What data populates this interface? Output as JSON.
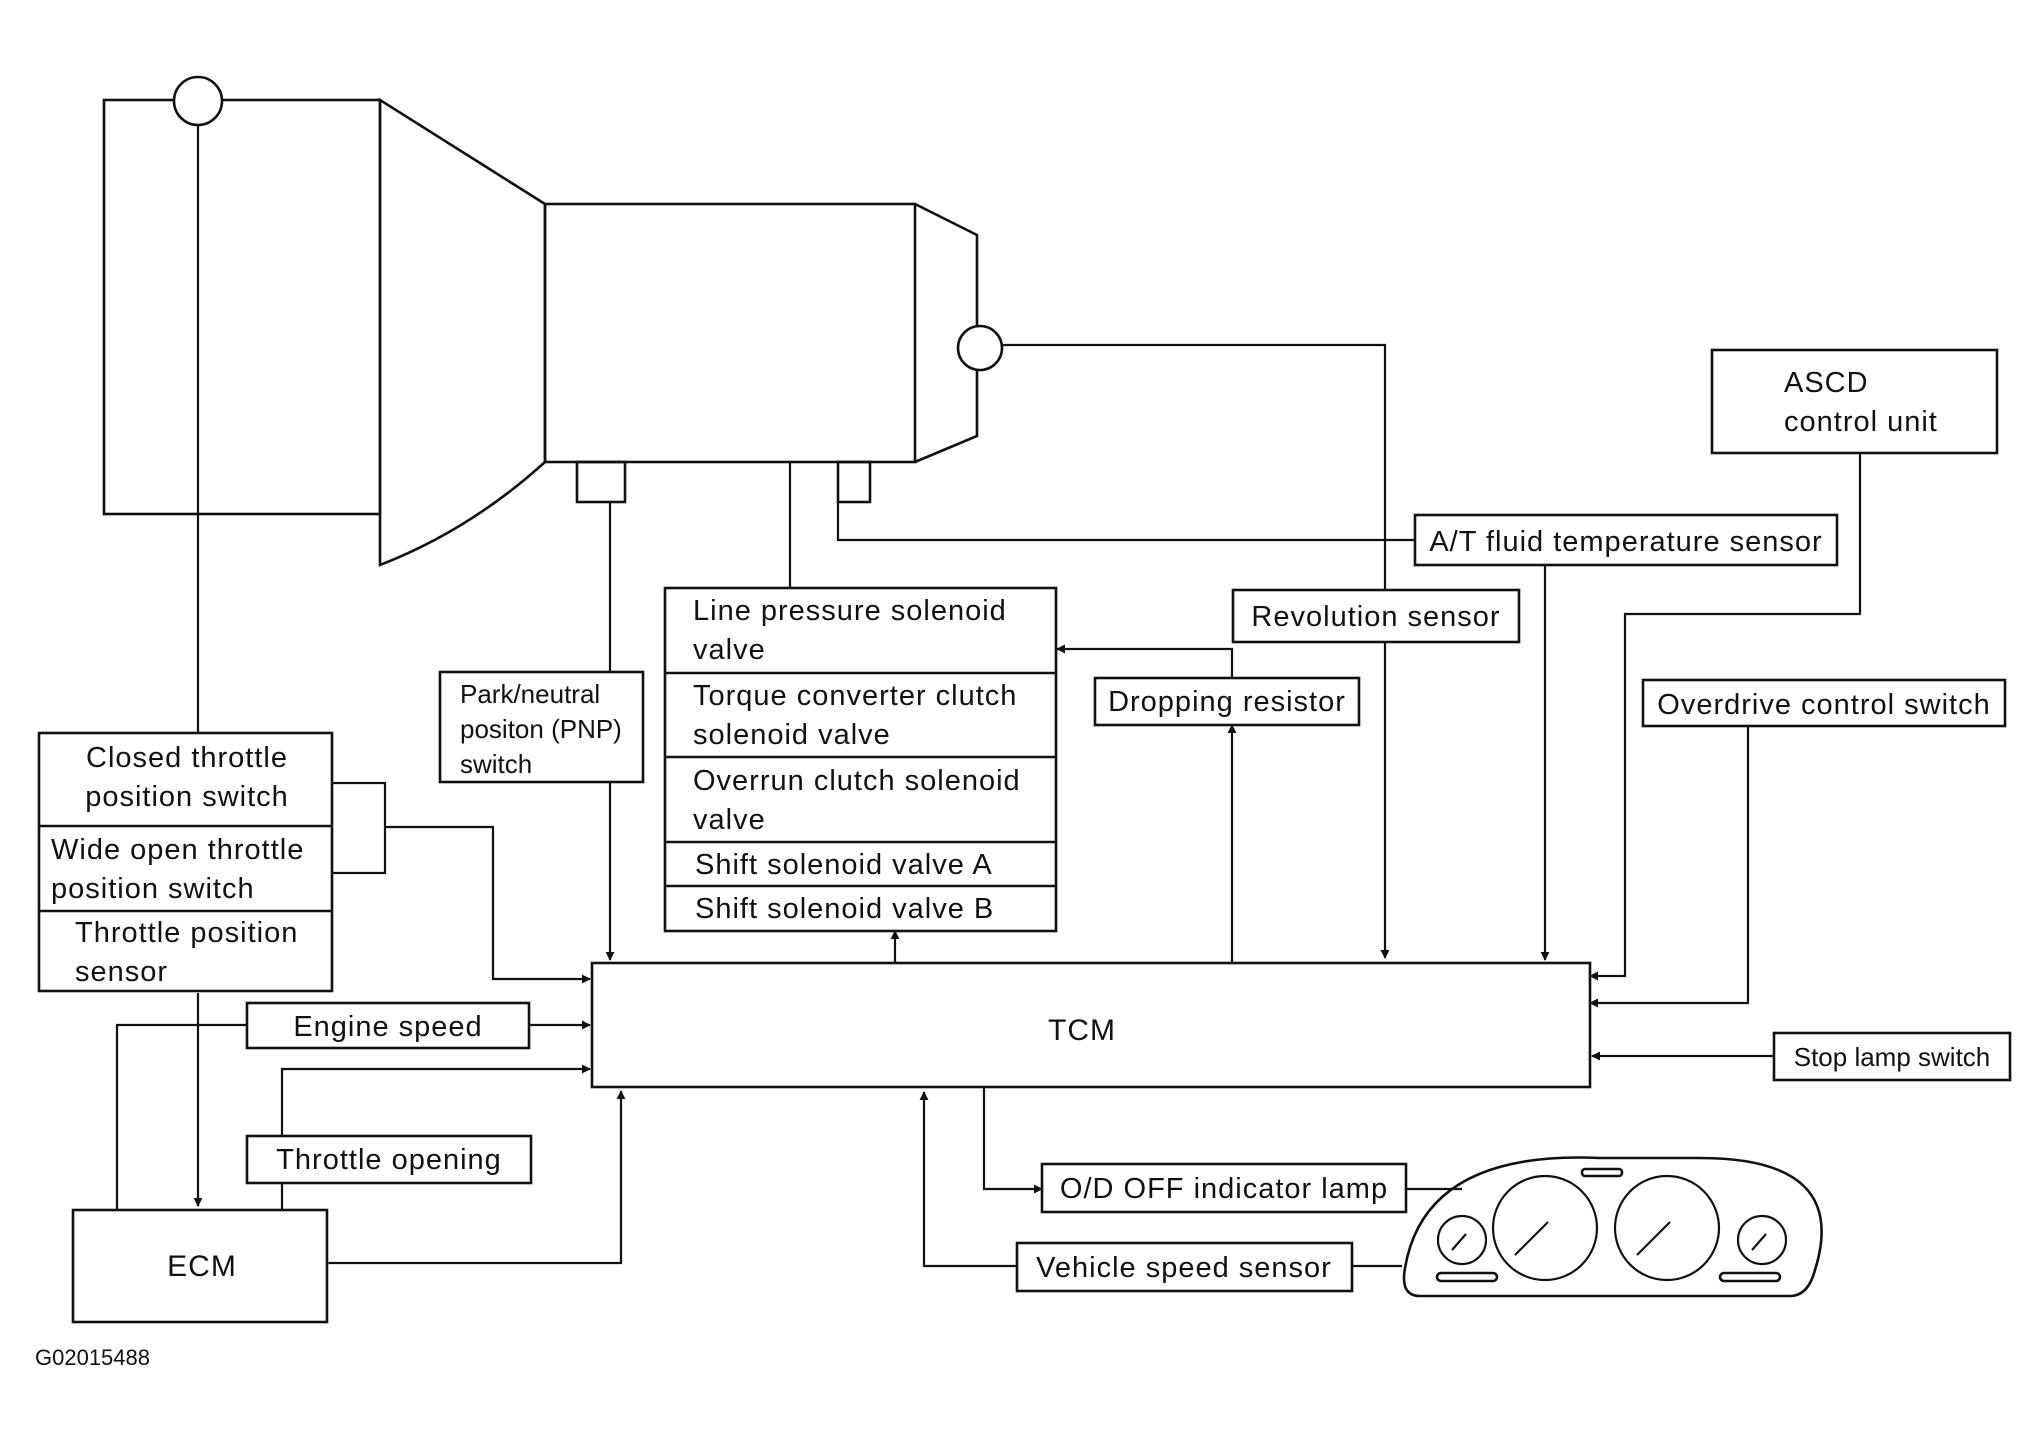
{
  "diagram": {
    "code": "G02015488",
    "tcm": "TCM",
    "ecm": "ECM",
    "asc": [
      "ASCD",
      "control unit"
    ],
    "fluid_temp": "A/T fluid temperature sensor",
    "revolution": "Revolution sensor",
    "dropping": "Dropping resistor",
    "overdrive": "Overdrive control switch",
    "stop_lamp": "Stop lamp switch",
    "pnp": [
      "Park/neutral",
      "positon (PNP)",
      "switch"
    ],
    "solenoids": [
      [
        "Line pressure solenoid",
        "valve"
      ],
      [
        "Torque converter clutch",
        "solenoid valve"
      ],
      [
        "Overrun clutch solenoid",
        "valve"
      ],
      [
        "Shift solenoid valve A"
      ],
      [
        "Shift solenoid valve B"
      ]
    ],
    "throttle_group": [
      [
        "Closed throttle",
        "position switch"
      ],
      [
        "Wide open throttle",
        "position switch"
      ],
      [
        "Throttle position",
        "sensor"
      ]
    ],
    "engine_speed": "Engine speed",
    "throttle_opening": "Throttle opening",
    "od_off": "O/D OFF indicator lamp",
    "vehicle_speed": "Vehicle speed sensor"
  }
}
